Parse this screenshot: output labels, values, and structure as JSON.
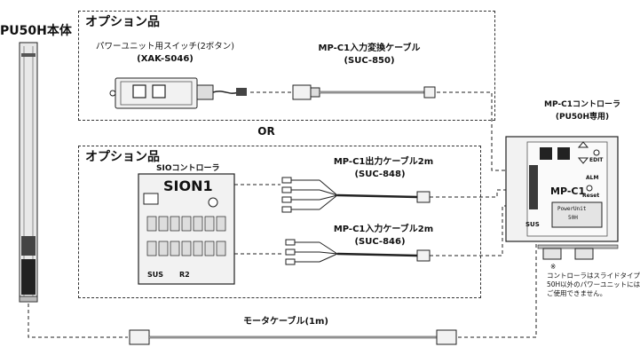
{
  "pu50h": {
    "title": "PU50H本体"
  },
  "option_top": {
    "heading": "オプション品",
    "switch_name": "パワーユニット用スイッチ(2ボタン)",
    "switch_code": "(XAK-S046)",
    "cable_name": "MP-C1入力変換ケーブル",
    "cable_code": "(SUC-850)"
  },
  "or_label": "OR",
  "option_bottom": {
    "heading": "オプション品",
    "sio_label": "SIOコントローラ",
    "sio_device_text": "SION1",
    "sio_footer_left": "SUS",
    "sio_footer_mid": "R2",
    "out_cable_name": "MP-C1出力ケーブル2m",
    "out_cable_code": "(SUC-848)",
    "in_cable_name": "MP-C1入力ケーブル2m",
    "in_cable_code": "(SUC-846)"
  },
  "controller": {
    "title": "MP-C1コントローラ",
    "subtitle": "(PU50H専用)",
    "model": "MP-C1",
    "brand": "SUS",
    "screen_line1": "PowerUnit",
    "screen_line2": "50H",
    "btn_edit": "EDIT",
    "btn_alm": "ALM",
    "btn_reset": "Reset"
  },
  "note": {
    "mark": "※",
    "line1": "コントローラはスライドタイプ",
    "line2": "50H以外のパワーユニットには",
    "line3": "ご使用できません。"
  },
  "motor_cable": {
    "name": "モータケーブル(1m)"
  },
  "colors": {
    "line": "#222222",
    "device_fill": "#f2f2f2",
    "panel_dark": "#3a3a3a"
  }
}
